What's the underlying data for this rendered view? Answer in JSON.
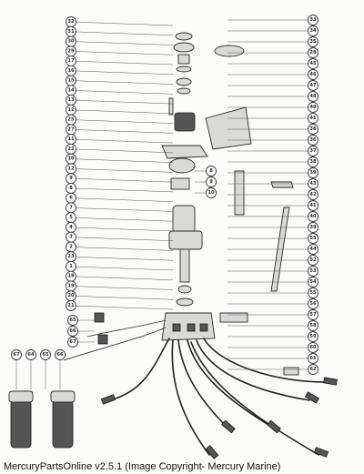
{
  "footer": {
    "text": "MercuryPartsOnline v2.5.1 (Image Copyright- Mercury Marine)"
  },
  "left_callouts": [
    "32",
    "31",
    "30",
    "29",
    "17",
    "16",
    "15",
    "14",
    "13",
    "12",
    "25",
    "27",
    "11",
    "22",
    "10",
    "12",
    "9",
    "8",
    "6",
    "7",
    "5",
    "4",
    "3",
    "2",
    "23",
    "1",
    "18",
    "19",
    "20",
    "21"
  ],
  "right_callouts": [
    "33",
    "34",
    "35",
    "28",
    "45",
    "46",
    "47",
    "48",
    "49",
    "41",
    "36",
    "36",
    "37",
    "38",
    "39",
    "43",
    "42",
    "41",
    "40",
    "39",
    "55",
    "44",
    "52",
    "53",
    "54",
    "55",
    "56",
    "57",
    "58",
    "59",
    "60",
    "61",
    "62"
  ],
  "lower_left_callouts": [
    "65",
    "66",
    "67"
  ],
  "coil_callouts": [
    "67",
    "64",
    "65",
    "66"
  ],
  "center_callouts": [
    "8",
    "9",
    "10"
  ]
}
